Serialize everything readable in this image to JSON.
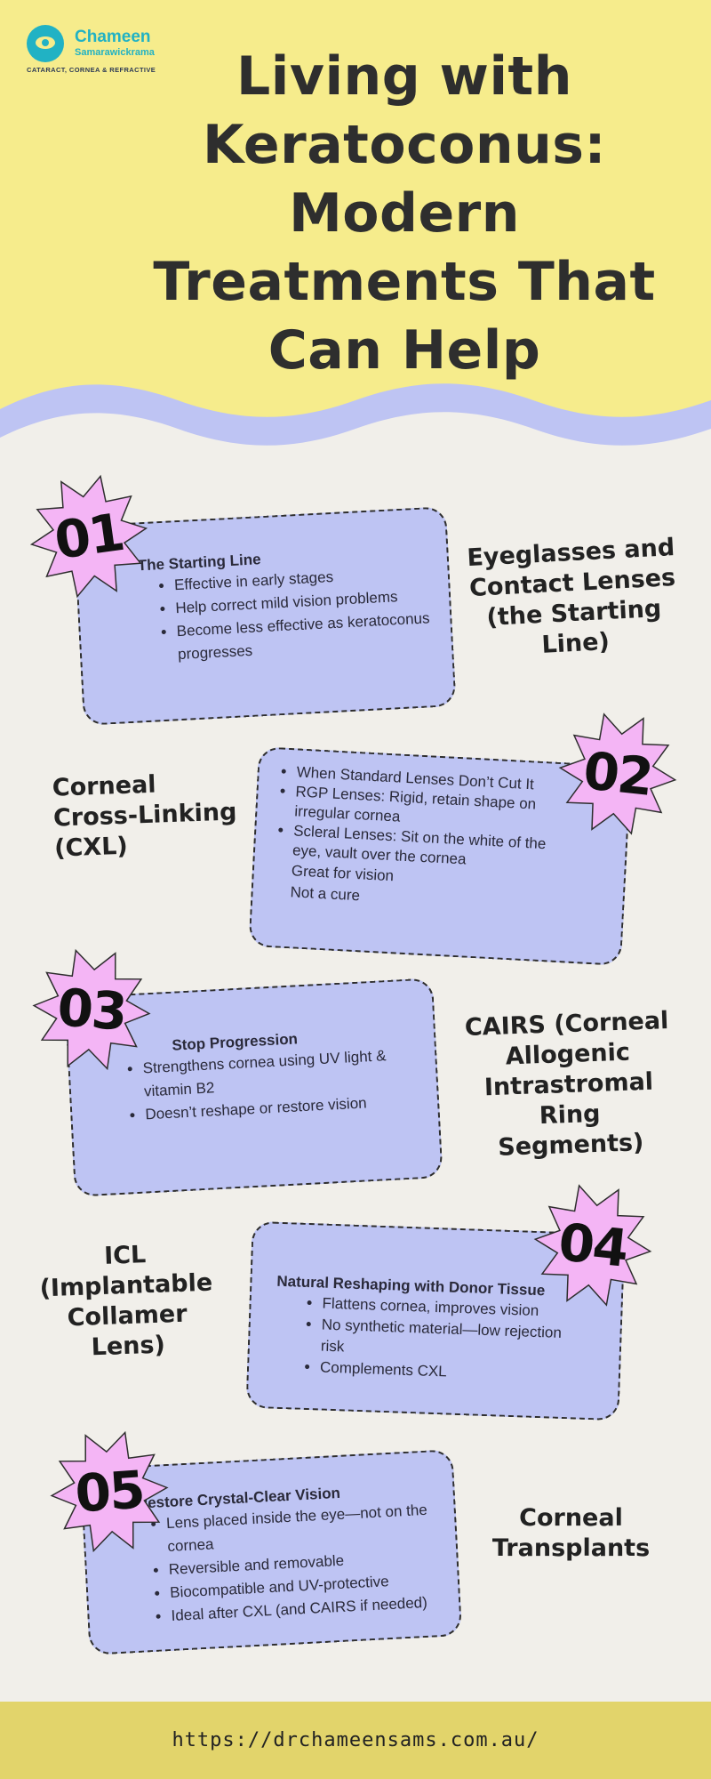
{
  "brand": {
    "name": "Chameen",
    "surname": "Samarawickrama",
    "tagline": "CATARACT, CORNEA & REFRACTIVE",
    "logo_icon": "eye-logo-icon"
  },
  "title": "Living with Keratoconus: Modern Treatments That Can Help",
  "colors": {
    "header_bg": "#f6ec8c",
    "wave": "#bec4f3",
    "card": "#bec4f3",
    "badge": "#f4b5f5",
    "footer": "#e2d46b",
    "brand": "#21b2c4"
  },
  "items": [
    {
      "number": "01",
      "label": "Eyeglasses and Contact Lenses (the Starting Line)",
      "heading": "The Starting Line",
      "bullets": [
        "Effective in early stages",
        "Help correct mild vision problems",
        "Become less effective as keratoconus progresses"
      ]
    },
    {
      "number": "02",
      "label": "Corneal Cross-Linking (CXL)",
      "bullets": [
        "When Standard Lenses Don’t Cut It",
        "RGP Lenses: Rigid, retain shape on irregular cornea",
        "Scleral Lenses: Sit on the white of the eye, vault over the cornea"
      ],
      "notes": [
        "Great for vision",
        "Not a cure"
      ]
    },
    {
      "number": "03",
      "label": "CAIRS (Corneal Allogenic Intrastromal Ring Segments)",
      "heading": "Stop Progression",
      "bullets": [
        "Strengthens cornea using UV light & vitamin B2",
        "Doesn’t reshape or restore vision"
      ]
    },
    {
      "number": "04",
      "label": "ICL (Implantable Collamer Lens)",
      "heading": "Natural Reshaping with Donor Tissue",
      "bullets": [
        "Flattens cornea, improves vision",
        "No synthetic material—low rejection risk",
        "Complements CXL"
      ]
    },
    {
      "number": "05",
      "label": "Corneal Transplants",
      "heading": "Restore Crystal-Clear Vision",
      "bullets": [
        "Lens placed inside the eye—not on the cornea",
        "Reversible and removable",
        "Biocompatible and UV-protective",
        "Ideal after CXL (and CAIRS if needed)"
      ]
    }
  ],
  "footer": {
    "url": "https://drchameensams.com.au/"
  }
}
